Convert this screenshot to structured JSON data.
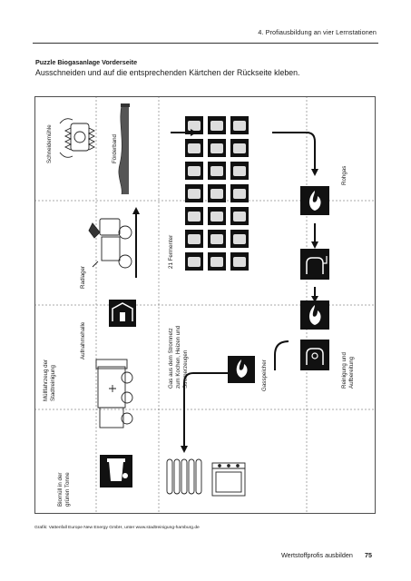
{
  "header": {
    "section": "4. Profiausbildung an vier Lernstationen"
  },
  "puzzle": {
    "title": "Puzzle Biogasanlage Vorderseite",
    "subtitle": "Ausschneiden und auf die entsprechenden Kärtchen der Rückseite kleben."
  },
  "cards": {
    "schneidemuehle": "Schneidemühle",
    "foerderband": "Förderband",
    "radlader": "Radlager",
    "fermenter": "21 Fermenter",
    "rohgas": "Rohgas",
    "muellfahrzeug_1": "Müllfahrzeug der",
    "muellfahrzeug_2": "Stadtreinigung",
    "aufnahme": "Aufnahmehalle",
    "stromnetz_1": "Gas aus dem Stromnetz",
    "stromnetz_2": "zum Kochen, Heizen und",
    "stromnetz_3": "Stromerzeugen",
    "gasspeicher": "Gasspeicher",
    "reinigung_1": "Reinigung und",
    "reinigung_2": "Aufbereitung",
    "biomuell_1": "Biomüll in der",
    "biomuell_2": "grünen Tonne"
  },
  "caption": "Grafik: Vattenfall Europe New Energy GmbH, unter www.stadtreinigung-hamburg.de",
  "footer": {
    "title": "Wertstoffprofis ausbilden",
    "page": "75"
  }
}
